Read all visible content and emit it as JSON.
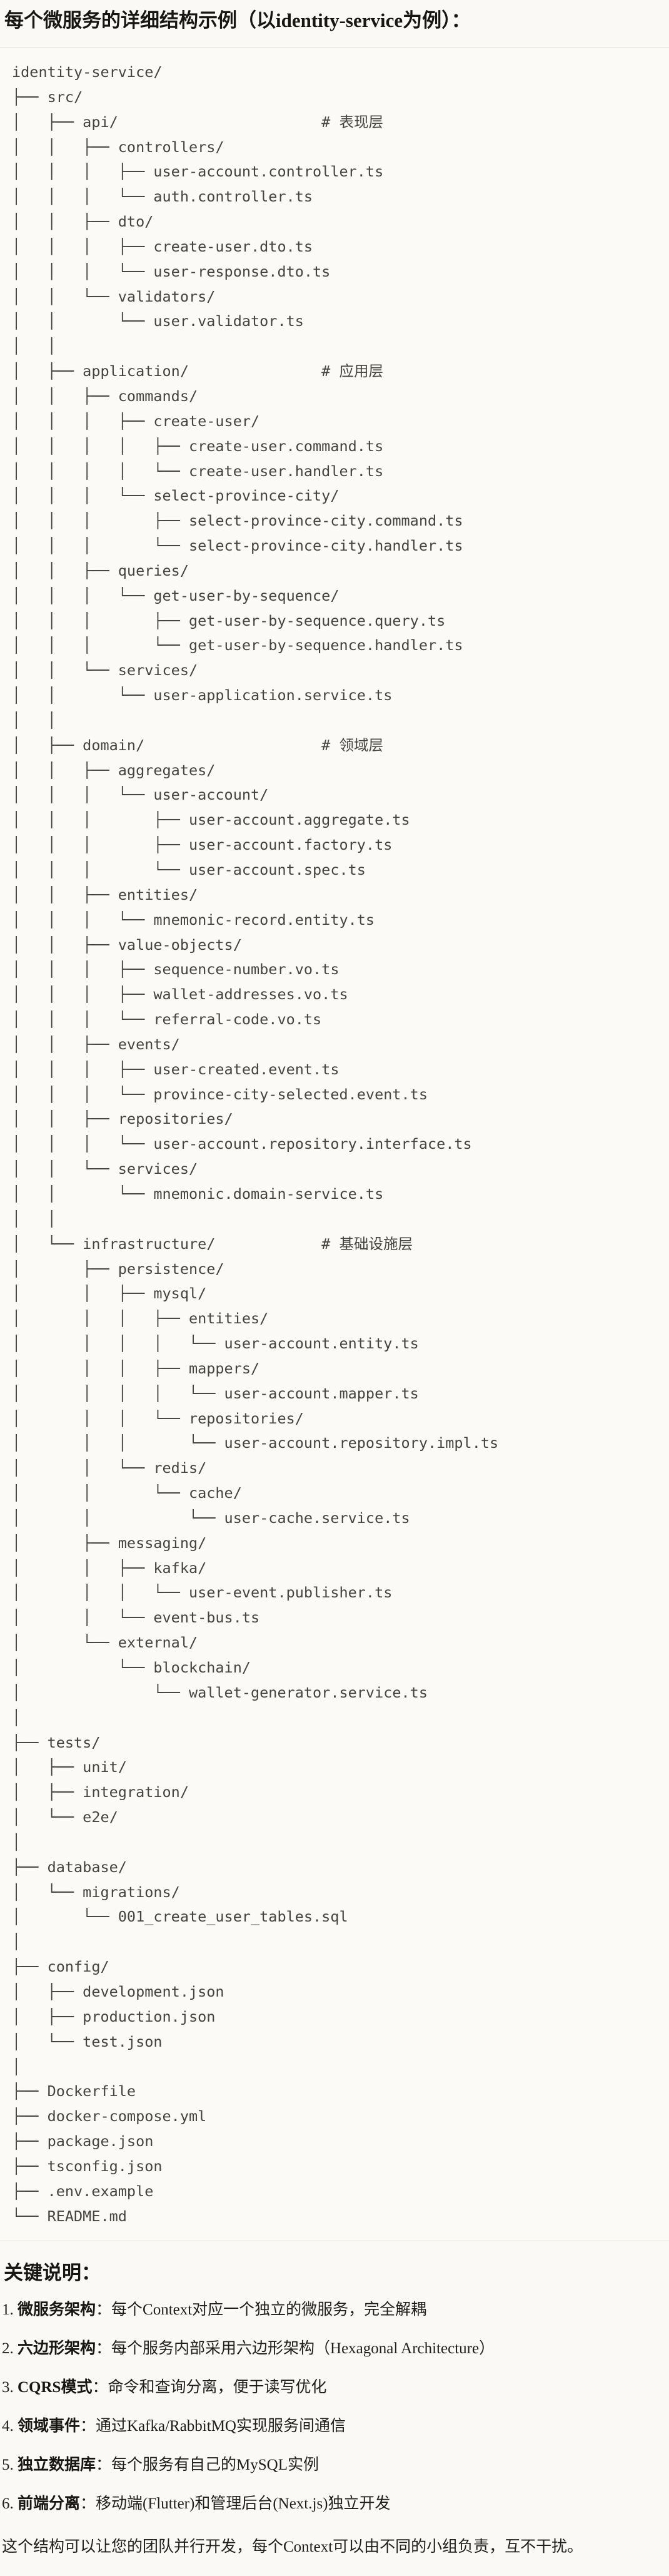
{
  "intro_heading": "每个微服务的详细结构示例（以identity-service为例）：",
  "tree": {
    "comment_col": 35,
    "lines": [
      {
        "t": "identity-service/"
      },
      {
        "t": "├── src/"
      },
      {
        "t": "│   ├── api/",
        "c": "# 表现层"
      },
      {
        "t": "│   │   ├── controllers/"
      },
      {
        "t": "│   │   │   ├── user-account.controller.ts"
      },
      {
        "t": "│   │   │   └── auth.controller.ts"
      },
      {
        "t": "│   │   ├── dto/"
      },
      {
        "t": "│   │   │   ├── create-user.dto.ts"
      },
      {
        "t": "│   │   │   └── user-response.dto.ts"
      },
      {
        "t": "│   │   └── validators/"
      },
      {
        "t": "│   │       └── user.validator.ts"
      },
      {
        "t": "│   │"
      },
      {
        "t": "│   ├── application/",
        "c": "# 应用层"
      },
      {
        "t": "│   │   ├── commands/"
      },
      {
        "t": "│   │   │   ├── create-user/"
      },
      {
        "t": "│   │   │   │   ├── create-user.command.ts"
      },
      {
        "t": "│   │   │   │   └── create-user.handler.ts"
      },
      {
        "t": "│   │   │   └── select-province-city/"
      },
      {
        "t": "│   │   │       ├── select-province-city.command.ts"
      },
      {
        "t": "│   │   │       └── select-province-city.handler.ts"
      },
      {
        "t": "│   │   ├── queries/"
      },
      {
        "t": "│   │   │   └── get-user-by-sequence/"
      },
      {
        "t": "│   │   │       ├── get-user-by-sequence.query.ts"
      },
      {
        "t": "│   │   │       └── get-user-by-sequence.handler.ts"
      },
      {
        "t": "│   │   └── services/"
      },
      {
        "t": "│   │       └── user-application.service.ts"
      },
      {
        "t": "│   │"
      },
      {
        "t": "│   ├── domain/",
        "c": "# 领域层"
      },
      {
        "t": "│   │   ├── aggregates/"
      },
      {
        "t": "│   │   │   └── user-account/"
      },
      {
        "t": "│   │   │       ├── user-account.aggregate.ts"
      },
      {
        "t": "│   │   │       ├── user-account.factory.ts"
      },
      {
        "t": "│   │   │       └── user-account.spec.ts"
      },
      {
        "t": "│   │   ├── entities/"
      },
      {
        "t": "│   │   │   └── mnemonic-record.entity.ts"
      },
      {
        "t": "│   │   ├── value-objects/"
      },
      {
        "t": "│   │   │   ├── sequence-number.vo.ts"
      },
      {
        "t": "│   │   │   ├── wallet-addresses.vo.ts"
      },
      {
        "t": "│   │   │   └── referral-code.vo.ts"
      },
      {
        "t": "│   │   ├── events/"
      },
      {
        "t": "│   │   │   ├── user-created.event.ts"
      },
      {
        "t": "│   │   │   └── province-city-selected.event.ts"
      },
      {
        "t": "│   │   ├── repositories/"
      },
      {
        "t": "│   │   │   └── user-account.repository.interface.ts"
      },
      {
        "t": "│   │   └── services/"
      },
      {
        "t": "│   │       └── mnemonic.domain-service.ts"
      },
      {
        "t": "│   │"
      },
      {
        "t": "│   └── infrastructure/",
        "c": "# 基础设施层"
      },
      {
        "t": "│       ├── persistence/"
      },
      {
        "t": "│       │   ├── mysql/"
      },
      {
        "t": "│       │   │   ├── entities/"
      },
      {
        "t": "│       │   │   │   └── user-account.entity.ts"
      },
      {
        "t": "│       │   │   ├── mappers/"
      },
      {
        "t": "│       │   │   │   └── user-account.mapper.ts"
      },
      {
        "t": "│       │   │   └── repositories/"
      },
      {
        "t": "│       │   │       └── user-account.repository.impl.ts"
      },
      {
        "t": "│       │   └── redis/"
      },
      {
        "t": "│       │       └── cache/"
      },
      {
        "t": "│       │           └── user-cache.service.ts"
      },
      {
        "t": "│       ├── messaging/"
      },
      {
        "t": "│       │   ├── kafka/"
      },
      {
        "t": "│       │   │   └── user-event.publisher.ts"
      },
      {
        "t": "│       │   └── event-bus.ts"
      },
      {
        "t": "│       └── external/"
      },
      {
        "t": "│           └── blockchain/"
      },
      {
        "t": "│               └── wallet-generator.service.ts"
      },
      {
        "t": "│"
      },
      {
        "t": "├── tests/"
      },
      {
        "t": "│   ├── unit/"
      },
      {
        "t": "│   ├── integration/"
      },
      {
        "t": "│   └── e2e/"
      },
      {
        "t": "│"
      },
      {
        "t": "├── database/"
      },
      {
        "t": "│   └── migrations/"
      },
      {
        "t": "│       └── 001_create_user_tables.sql"
      },
      {
        "t": "│"
      },
      {
        "t": "├── config/"
      },
      {
        "t": "│   ├── development.json"
      },
      {
        "t": "│   ├── production.json"
      },
      {
        "t": "│   └── test.json"
      },
      {
        "t": "│"
      },
      {
        "t": "├── Dockerfile"
      },
      {
        "t": "├── docker-compose.yml"
      },
      {
        "t": "├── package.json"
      },
      {
        "t": "├── tsconfig.json"
      },
      {
        "t": "├── .env.example"
      },
      {
        "t": "└── README.md"
      }
    ]
  },
  "notes": {
    "heading": "关键说明：",
    "items": [
      {
        "label": "微服务架构",
        "text": "：每个Context对应一个独立的微服务，完全解耦"
      },
      {
        "label": "六边形架构",
        "text": "：每个服务内部采用六边形架构（Hexagonal Architecture）"
      },
      {
        "label": "CQRS模式",
        "text": "：命令和查询分离，便于读写优化"
      },
      {
        "label": "领域事件",
        "text": "：通过Kafka/RabbitMQ实现服务间通信"
      },
      {
        "label": "独立数据库",
        "text": "：每个服务有自己的MySQL实例"
      },
      {
        "label": "前端分离",
        "text": "：移动端(Flutter)和管理后台(Next.js)独立开发"
      }
    ]
  },
  "footer_text": "这个结构可以让您的团队并行开发，每个Context可以由不同的小组负责，互不干扰。",
  "colors": {
    "page_background": "#FAF9F5",
    "code_background": "#FBFAF7",
    "code_border": "#DFDCD4",
    "code_text": "#45443F",
    "heading_text": "#171613"
  }
}
